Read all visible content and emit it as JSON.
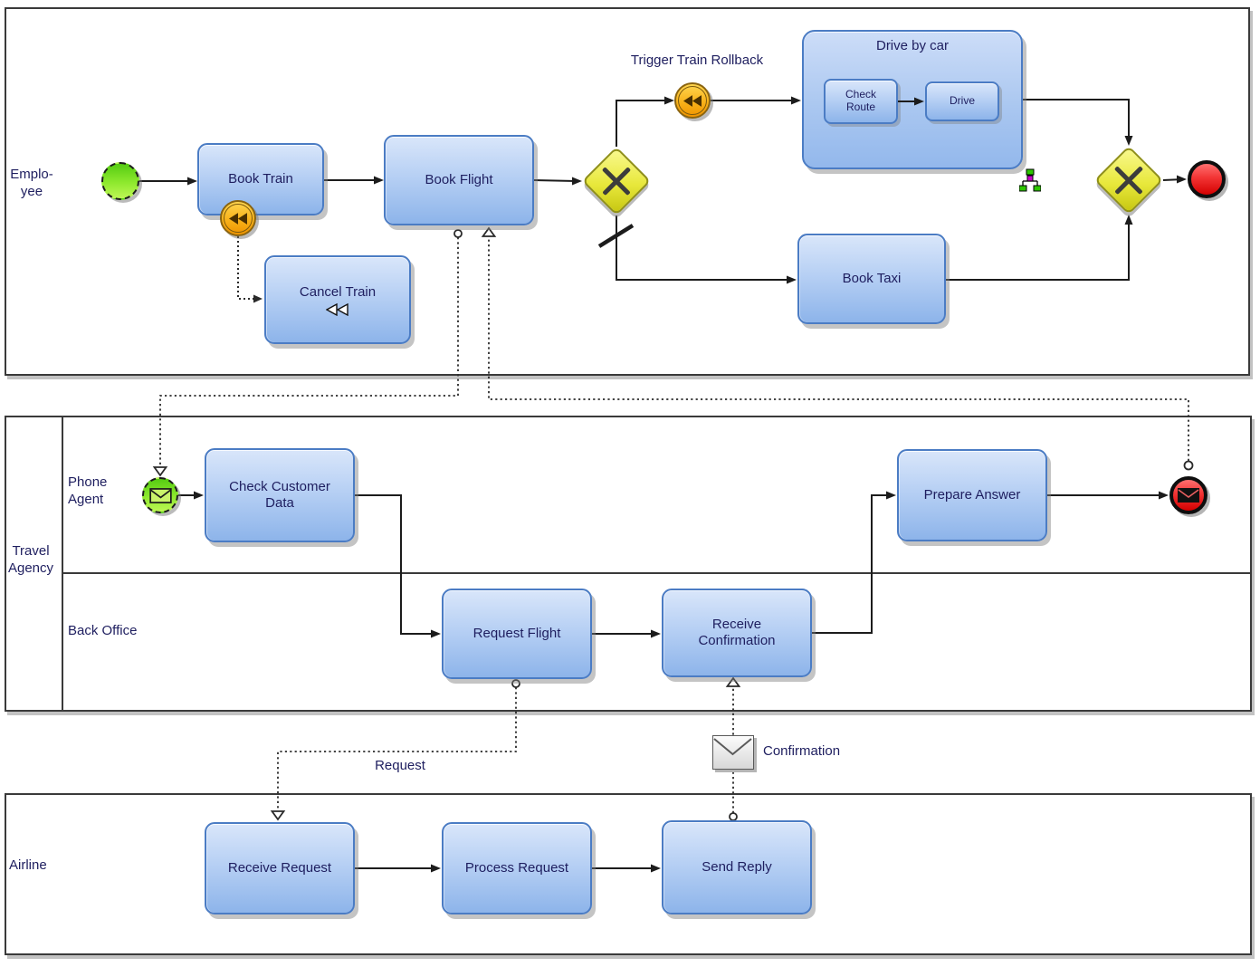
{
  "pools": {
    "employee": {
      "label": "Emplo-yee",
      "tasks": {
        "book_train": "Book Train",
        "cancel_train": "Cancel Train",
        "book_flight": "Book Flight",
        "book_taxi": "Book Taxi"
      },
      "subprocess": {
        "title": "Drive by car",
        "tasks": {
          "check_route": "Check Route",
          "drive": "Drive"
        }
      },
      "labels": {
        "trigger_rollback": "Trigger Train Rollback"
      }
    },
    "travel_agency": {
      "label": "Travel Agency",
      "lanes": {
        "phone_agent": "Phone Agent",
        "back_office": "Back Office"
      },
      "tasks": {
        "check_customer_data": "Check Customer Data",
        "request_flight": "Request Flight",
        "receive_confirmation": "Receive Confirmation",
        "prepare_answer": "Prepare Answer"
      }
    },
    "airline": {
      "label": "Airline",
      "tasks": {
        "receive_request": "Receive Request",
        "process_request": "Process Request",
        "send_reply": "Send Reply"
      }
    }
  },
  "message_flows": {
    "request_label": "Request",
    "confirmation_label": "Confirmation"
  },
  "icons": {
    "compensation": "rewind-icon",
    "message": "envelope-icon",
    "hierarchy": "hierarchy-icon",
    "xor_gateway": "x-marker-icon"
  },
  "colors": {
    "task_border": "#4b7cc4",
    "task_fill": "#a9c9f1",
    "gateway_fill": "#e8e83c",
    "start_event_fill": "#7de022",
    "compensation_event_fill": "#f5a71b",
    "end_event_fill": "#e82020",
    "connector": "#1c1c1c",
    "label_text": "#1e1e5f"
  }
}
